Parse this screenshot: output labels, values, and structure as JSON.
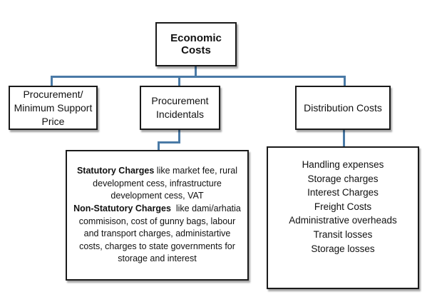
{
  "root": {
    "label": "Economic Costs"
  },
  "branches": [
    {
      "label_lines": [
        "Procurement/",
        "Minimum Support",
        "Price"
      ]
    },
    {
      "label_lines": [
        "Procurement",
        "Incidentals"
      ]
    },
    {
      "label_lines": [
        "Distribution Costs"
      ]
    }
  ],
  "incidentals_detail": {
    "statutory_heading": "Statutory Charges",
    "statutory_text": " like market fee, rural development cess, infrastructure development cess, VAT",
    "non_statutory_heading": "Non-Statutory Charges",
    "non_statutory_text": "  like dami/arhatia commisison, cost of gunny bags, labour and transport charges, administartive costs, charges to state governments for storage and interest"
  },
  "distribution_detail": {
    "items": [
      "Handling expenses",
      "Storage charges",
      "Interest Charges",
      "Freight Costs",
      "Administrative overheads",
      "Transit losses",
      "Storage losses"
    ]
  },
  "colors": {
    "connector": "#4a7aa6",
    "border": "#1a1a1a"
  }
}
